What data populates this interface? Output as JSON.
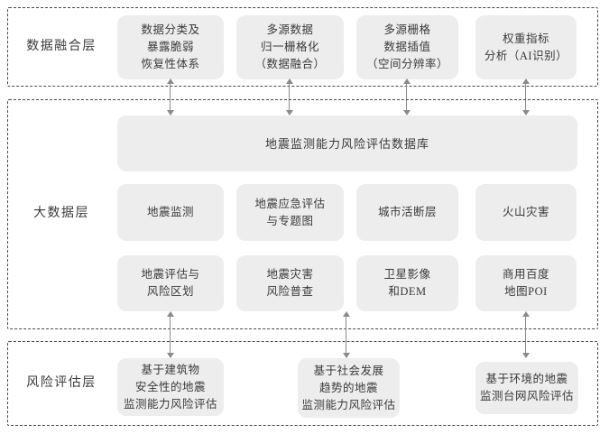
{
  "layers": {
    "fusion": {
      "label": "数据融合层",
      "boxes": [
        {
          "lines": [
            "数据分类及",
            "暴露脆弱",
            "恢复性体系"
          ]
        },
        {
          "lines": [
            "多源数据",
            "归一栅格化",
            "（数据融合）"
          ]
        },
        {
          "lines": [
            "多源栅格",
            "数据插值",
            "（空间分辨率）"
          ]
        },
        {
          "lines": [
            "权重指标",
            "分析（AI识别）"
          ]
        }
      ]
    },
    "bigdata": {
      "label": "大数据层",
      "database": "地震监测能力风险评估数据库",
      "row1": [
        {
          "lines": [
            "地震监测"
          ]
        },
        {
          "lines": [
            "地震应急评估",
            "与专题图"
          ]
        },
        {
          "lines": [
            "城市活断层"
          ]
        },
        {
          "lines": [
            "火山灾害"
          ]
        }
      ],
      "row2": [
        {
          "lines": [
            "地震评估与",
            "风险区划"
          ]
        },
        {
          "lines": [
            "地震灾害",
            "风险普查"
          ]
        },
        {
          "lines": [
            "卫星影像",
            "和DEM"
          ]
        },
        {
          "lines": [
            "商用百度",
            "地图POI"
          ]
        }
      ]
    },
    "risk": {
      "label": "风险评估层",
      "boxes": [
        {
          "lines": [
            "基于建筑物",
            "安全性的地震",
            "监测能力风险评估"
          ]
        },
        {
          "lines": [
            "基于社会发展",
            "趋势的地震",
            "监测能力风险评估"
          ]
        },
        {
          "lines": [
            "基于环境的地震",
            "监测台网风险评估"
          ]
        }
      ]
    }
  },
  "colors": {
    "background": "#ffffff",
    "box_fill": "#ededed",
    "dashed_border": "#474747",
    "arrow": "#8a8a8a",
    "text": "#3a3a3a"
  }
}
